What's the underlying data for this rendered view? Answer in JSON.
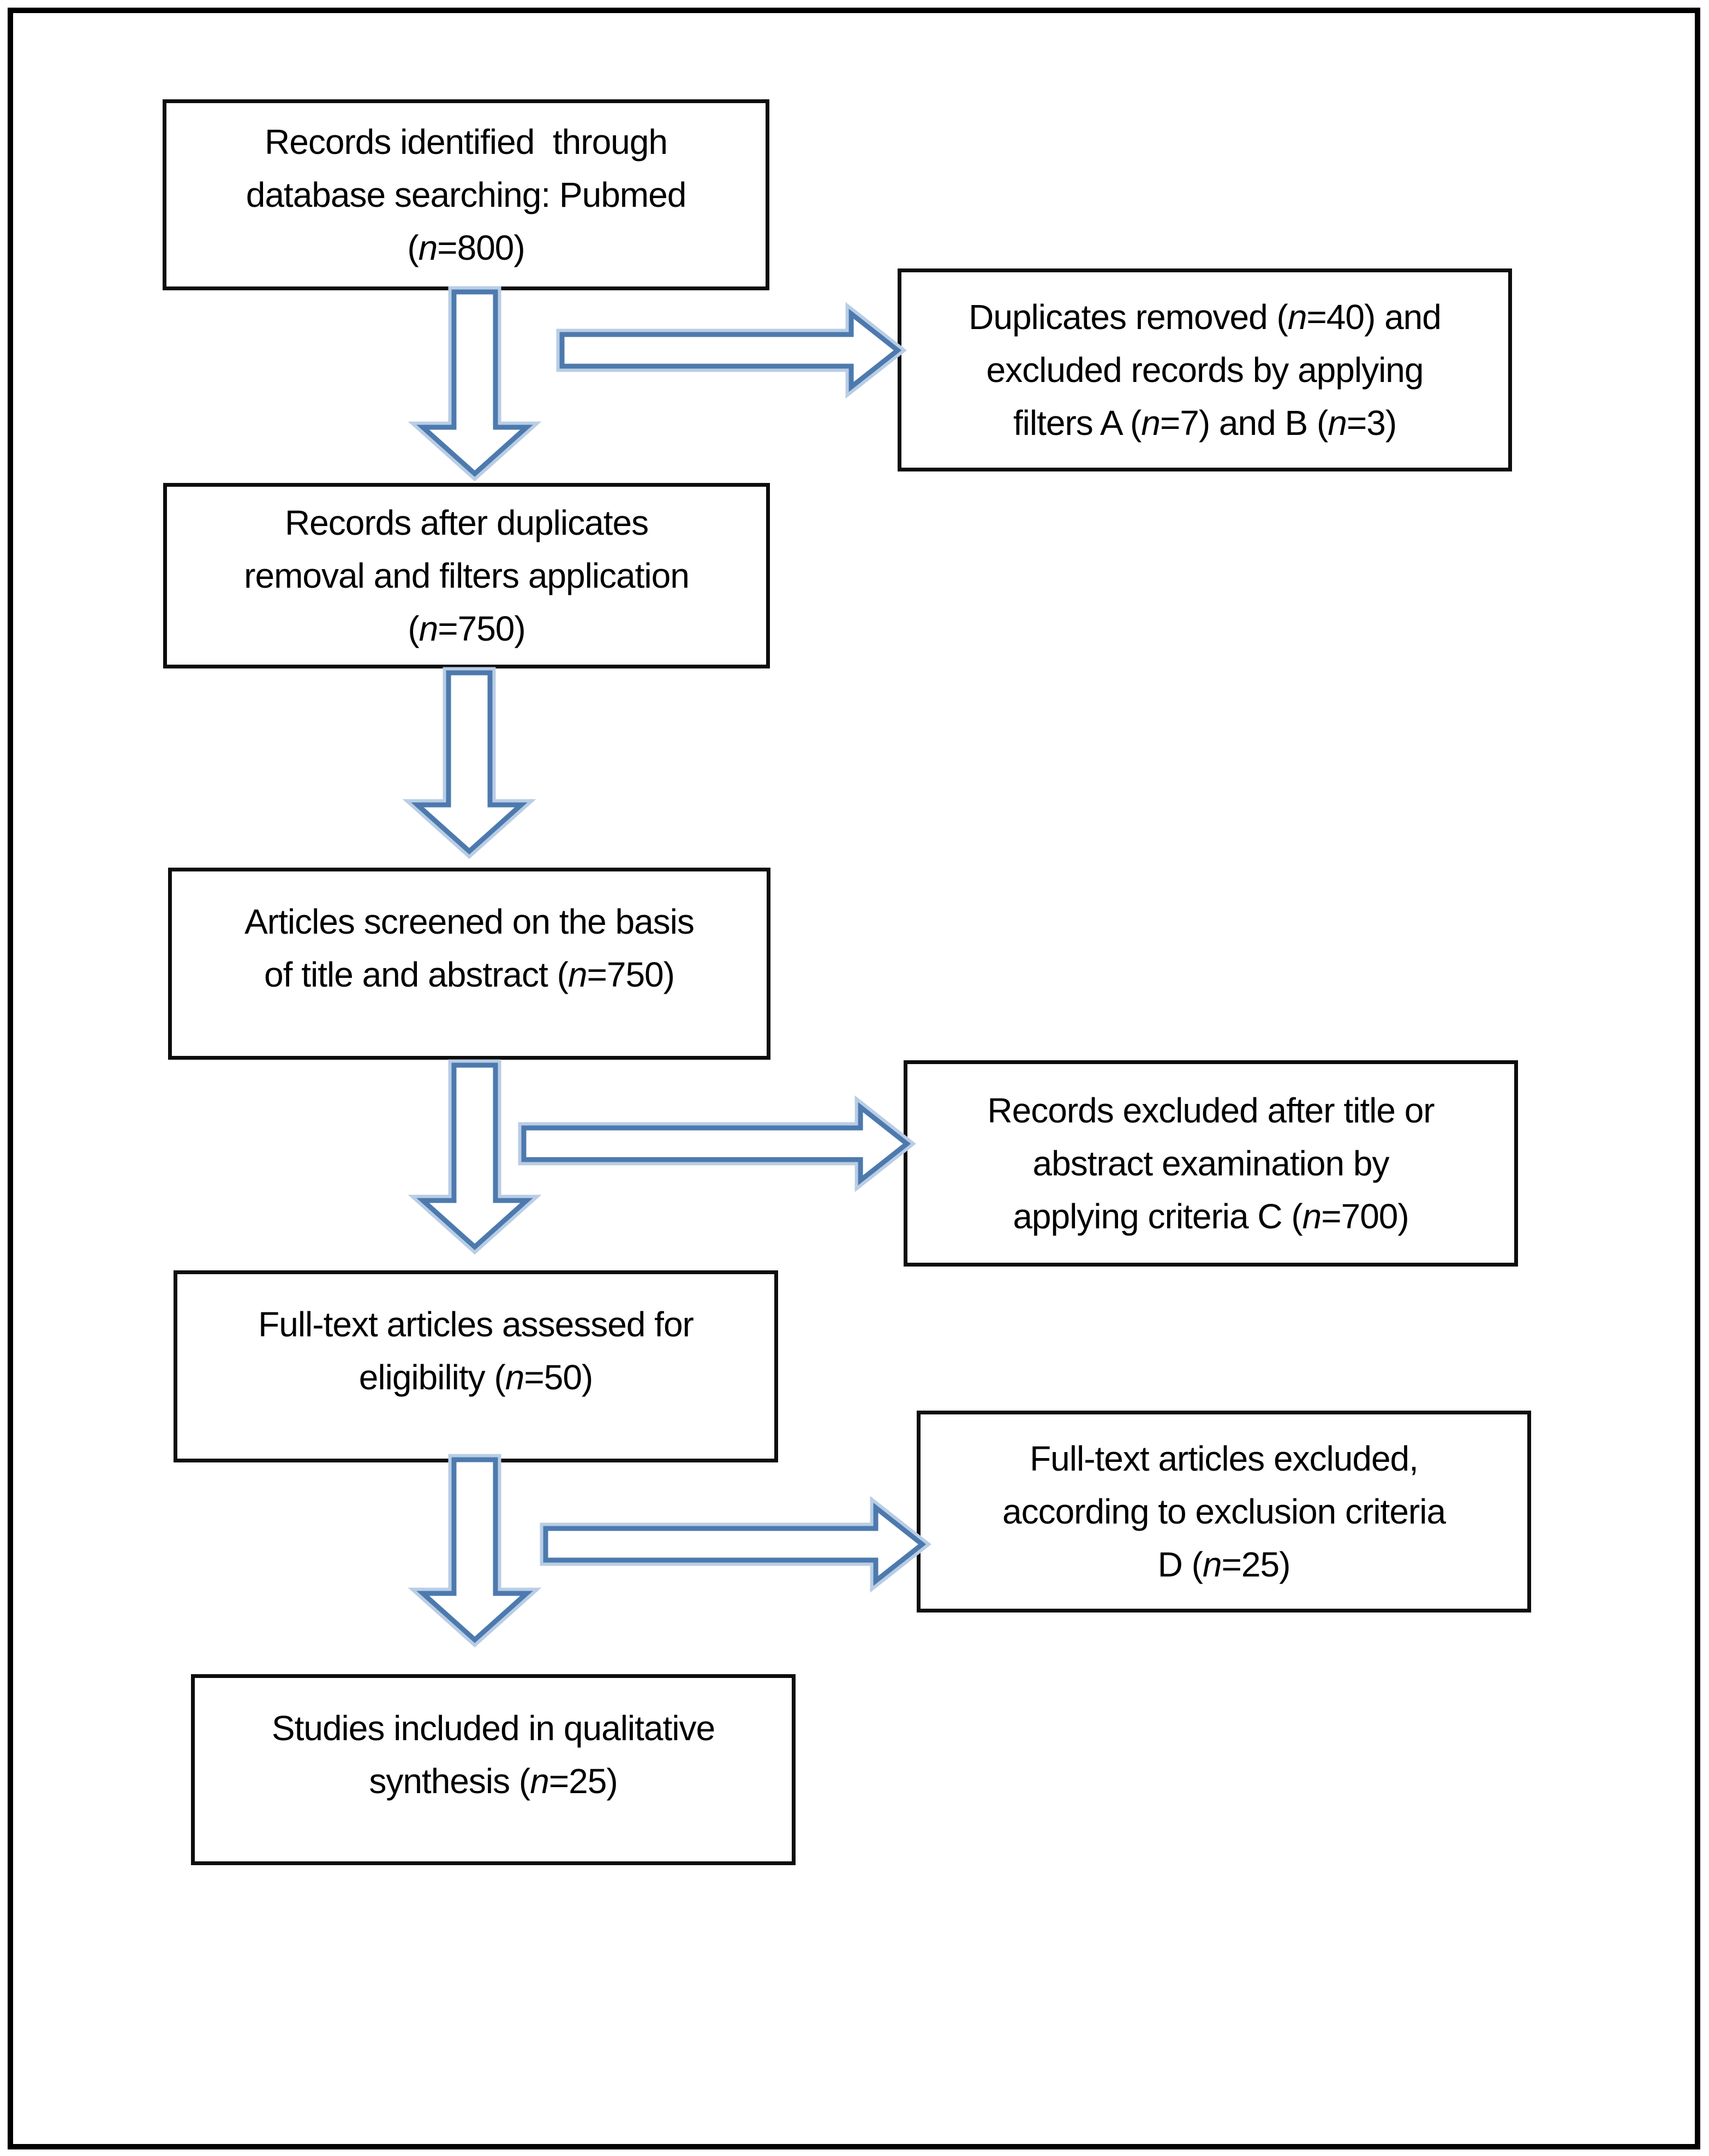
{
  "figure": {
    "type": "flow-diagram",
    "frame_color": "#000000",
    "box_border_color": "#0d0d0d",
    "arrow_stroke_color": "#4d7aae",
    "arrow_halo_color": "#b9cde5",
    "arrow_fill_color": "#ffffff",
    "boxes": {
      "identification": {
        "lines": [
          "Records identified  through",
          "database searching: Pubmed",
          "(n=800)"
        ]
      },
      "duplicates_removed": {
        "lines": [
          "Duplicates removed (n=40) and",
          "excluded records by applying",
          "filters A (n=7) and B (n=3)"
        ]
      },
      "after_duplicates": {
        "lines": [
          "Records after duplicates",
          "removal and filters application",
          "(n=750)"
        ]
      },
      "screened": {
        "lines": [
          "Articles screened on the basis",
          "of title and abstract (n=750)"
        ]
      },
      "excluded_title_abstract": {
        "lines": [
          "Records excluded after title or",
          "abstract examination by",
          "applying criteria C (n=700)"
        ]
      },
      "fulltext_assessed": {
        "lines": [
          "Full-text articles assessed for",
          "eligibility (n=50)"
        ]
      },
      "fulltext_excluded": {
        "lines": [
          "Full-text articles excluded,",
          "according to exclusion criteria",
          "D (n=25)"
        ]
      },
      "included_qualitative": {
        "lines": [
          "Studies included in qualitative",
          "synthesis (n=25)"
        ]
      }
    }
  }
}
